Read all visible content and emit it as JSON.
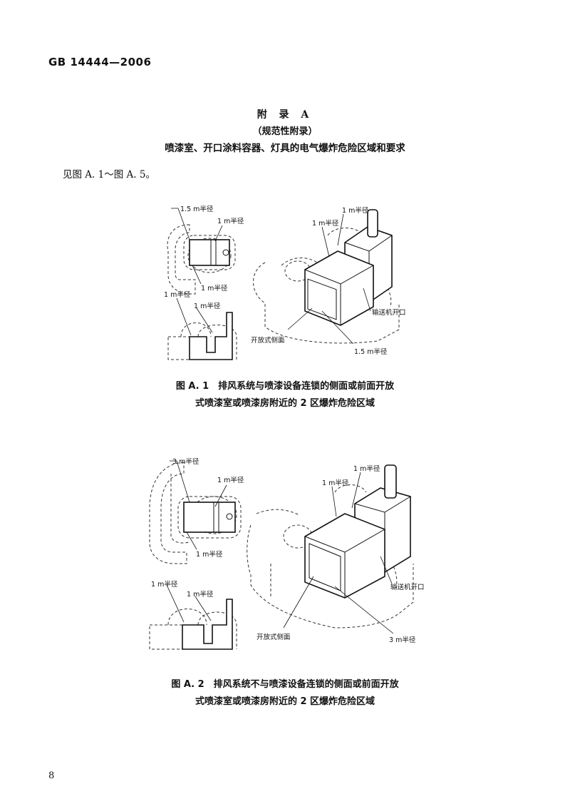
{
  "header": {
    "standard_code": "GB 14444—2006"
  },
  "appendix": {
    "title": "附 录 A",
    "nature": "（规范性附录）",
    "subject": "喷漆室、开口涂料容器、灯具的电气爆炸危险区域和要求",
    "intro": "见图 A. 1～图 A. 5。"
  },
  "figure1": {
    "labels": {
      "r15_top": "1.5 m半径",
      "r1_a": "1 m半径",
      "r1_b": "1 m半径",
      "r1_c": "1 m半径",
      "r1_d": "1 m半径",
      "r1_iso": "1 m半径",
      "r1_iso_top": "1 m半径",
      "conveyor": "输送机开口",
      "open_side": "开放式侧面",
      "r15_iso": "1.5 m半径"
    },
    "caption_line1": "图 A. 1　排风系统与喷漆设备连锁的侧面或前面开放",
    "caption_line2": "式喷漆室或喷漆房附近的 2 区爆炸危险区域"
  },
  "figure2": {
    "labels": {
      "r3_top": "3 m半径",
      "r1_a": "1 m半径",
      "r1_b": "1 m半径",
      "r1_c": "1 m半径",
      "r1_d": "1 m半径",
      "r1_iso": "1 m半径",
      "r1_iso_top": "1 m半径",
      "conveyor": "输送机开口",
      "open_side": "开放式侧面",
      "r3_iso": "3 m半径"
    },
    "caption_line1": "图 A. 2　排风系统不与喷漆设备连锁的侧面或前面开放",
    "caption_line2": "式喷漆室或喷漆房附近的 2 区爆炸危险区域"
  },
  "footer": {
    "page_number": "8"
  }
}
